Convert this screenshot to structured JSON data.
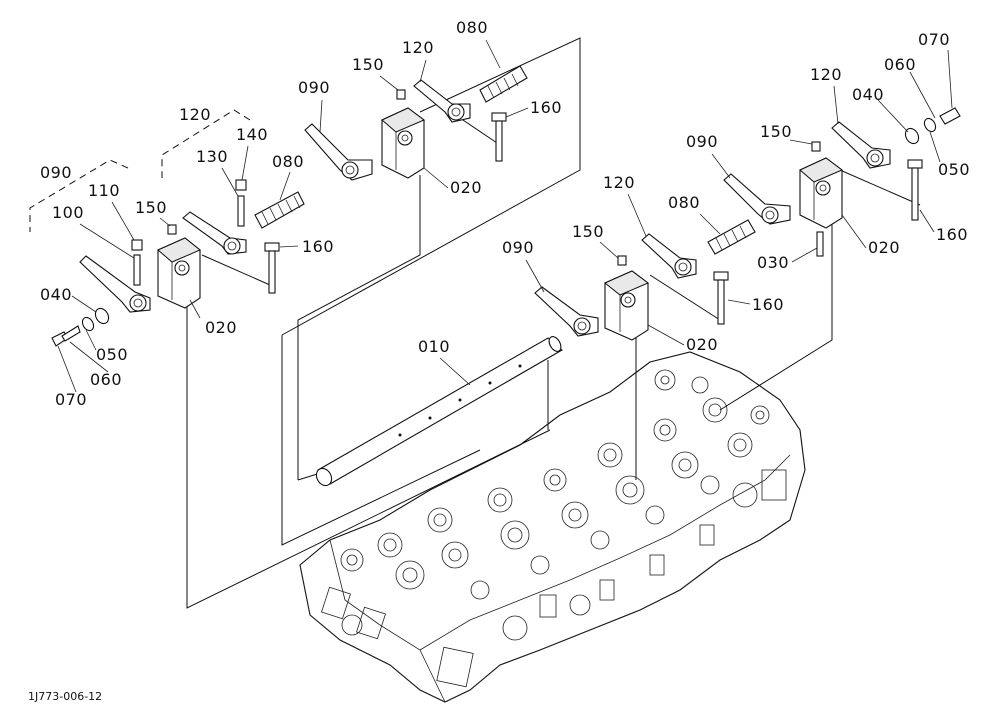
{
  "figure_code": "1J773-006-12",
  "callouts": {
    "c010": "010",
    "c020a": "020",
    "c020b": "020",
    "c020c": "020",
    "c020d": "020",
    "c030": "030",
    "c040a": "040",
    "c040b": "040",
    "c050a": "050",
    "c050b": "050",
    "c060a": "060",
    "c060b": "060",
    "c070a": "070",
    "c070b": "070",
    "c080a": "080",
    "c080b": "080",
    "c080c": "080",
    "c090a": "090",
    "c090b": "090",
    "c090c": "090",
    "c090d": "090",
    "c100": "100",
    "c110": "110",
    "c120a": "120",
    "c120b": "120",
    "c120c": "120",
    "c120d": "120",
    "c130": "130",
    "c140": "140",
    "c150a": "150",
    "c150b": "150",
    "c150c": "150",
    "c150d": "150",
    "c160a": "160",
    "c160b": "160",
    "c160c": "160",
    "c160d": "160"
  }
}
